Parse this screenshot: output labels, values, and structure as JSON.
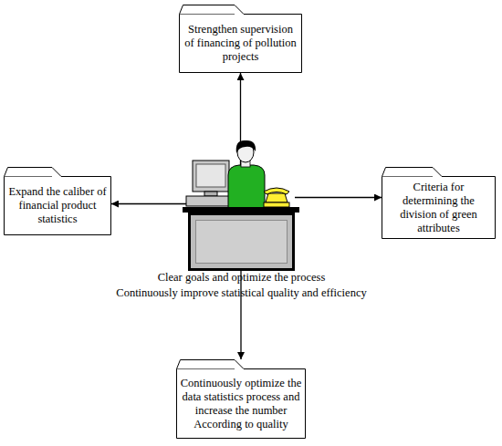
{
  "diagram": {
    "nodes": [
      {
        "text": [
          "Strengthen supervision of financing of pollution projects"
        ]
      },
      {
        "text": [
          "Expand the caliber of financial product statistics"
        ]
      },
      {
        "text": [
          "Clear goals and optimize the process",
          "Continuously improve statistical quality and efficiency"
        ]
      },
      {
        "text": [
          "Criteria for determining the division of green attributes"
        ]
      },
      {
        "text": [
          "Continuously optimize the data statistics process and increase the number According to quality"
        ]
      }
    ],
    "edges": [
      {
        "from": 2,
        "to": 0,
        "arrow": "to"
      },
      {
        "from": 2,
        "to": 1,
        "arrow": "to"
      },
      {
        "from": 2,
        "to": 3,
        "arrow": "to"
      },
      {
        "from": 2,
        "to": 4,
        "arrow": "to"
      }
    ]
  }
}
